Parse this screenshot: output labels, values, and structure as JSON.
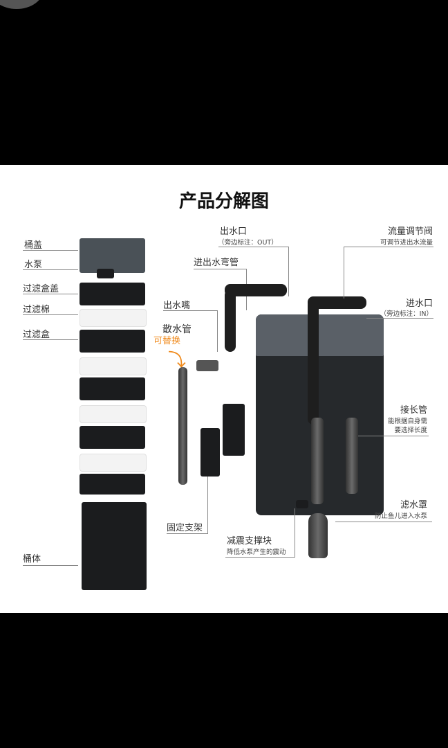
{
  "title": "产品分解图",
  "left_labels": {
    "lid": "桶盖",
    "pump": "水泵",
    "box_lid": "过滤盒盖",
    "sponge": "过滤棉",
    "box": "过滤盒",
    "body": "桶体"
  },
  "middle_labels": {
    "elbow": "进出水弯管",
    "nozzle": "出水嘴",
    "spray_bar": "散水管",
    "replaceable": "可替换",
    "bracket": "固定支架"
  },
  "right_labels": {
    "outlet": "出水口",
    "outlet_note": "（旁边标注：OUT）",
    "valve": "流量调节阀",
    "valve_note": "可调节进出水流量",
    "inlet": "进水口",
    "inlet_note": "（旁边标注：IN）",
    "extension": "接长管",
    "extension_note1": "能根据自身需",
    "extension_note2": "要选择长度",
    "strainer": "滤水罩",
    "strainer_note": "防止鱼儿进入水泵",
    "pad": "减震支撑块",
    "pad_note": "降低水泵产生的震动"
  },
  "colors": {
    "accent": "#f08a1c",
    "panel": "#ffffff",
    "background": "#000000"
  }
}
